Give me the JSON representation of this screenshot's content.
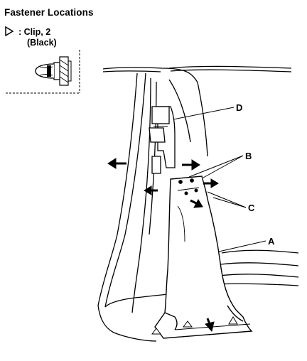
{
  "header": {
    "title": "Fastener Locations"
  },
  "legend": {
    "clip_label": ": Clip, 2",
    "clip_color": "(Black)"
  },
  "callouts": {
    "a": "A",
    "b": "B",
    "c": "C",
    "d": "D"
  }
}
